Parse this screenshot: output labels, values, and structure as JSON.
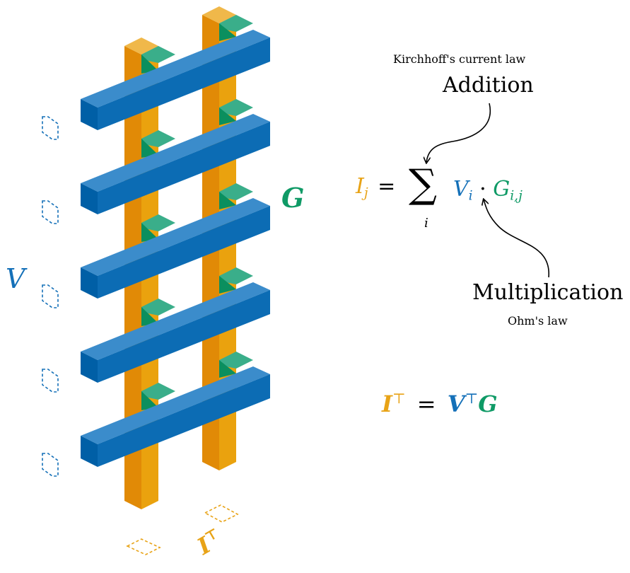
{
  "colors": {
    "orange_front": "#e18a06",
    "orange_side": "#eaa20e",
    "orange_top": "#f0b84a",
    "blue_front": "#0c6cb4",
    "blue_top": "#3b8ccb",
    "blue_end": "#005fa6",
    "green_top": "#3aae8a",
    "green_dark": "#0b8f5e",
    "text_orange": "#e8a317",
    "text_blue": "#1470b8",
    "text_green": "#0f9a66"
  },
  "labels": {
    "kirchhoff": "Kirchhoff's current law",
    "addition": "Addition",
    "multiplication": "Multiplication",
    "ohm": "Ohm's law"
  },
  "symbols": {
    "V": "V",
    "G": "G",
    "I_transpose_base": "I",
    "I_transpose_sup": "⊤"
  },
  "equation_sum": {
    "I": "I",
    "I_sub": "j",
    "equals": "=",
    "sigma": "∑",
    "sigma_sub": "i",
    "V": "V",
    "V_sub": "i",
    "dot": "·",
    "G": "G",
    "G_sub": "i,j"
  },
  "equation_matrix": {
    "I": "I",
    "I_sup": "⊤",
    "equals": "=",
    "V": "V",
    "V_sup": "⊤",
    "G": "G"
  }
}
